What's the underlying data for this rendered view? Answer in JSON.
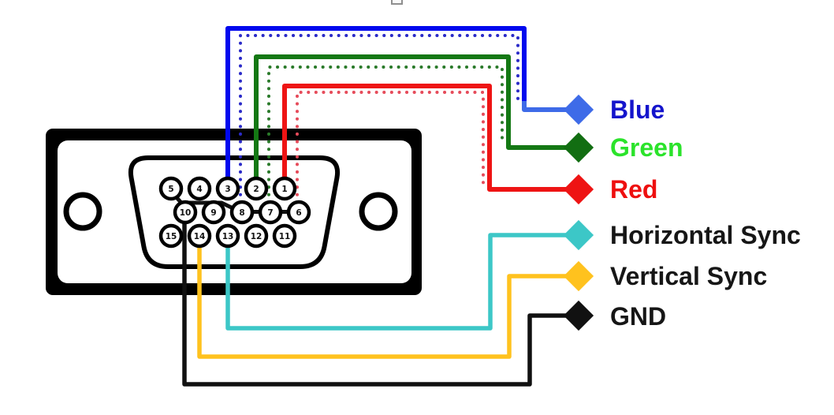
{
  "pins": {
    "rows": [
      [
        "5",
        "4",
        "3",
        "2",
        "1"
      ],
      [
        "10",
        "9",
        "8",
        "7",
        "6"
      ],
      [
        "15",
        "14",
        "13",
        "12",
        "11"
      ]
    ]
  },
  "legend": [
    {
      "label": "Blue",
      "text_color": "#1414CC",
      "diamond_color": "#3E6BE8",
      "wire_color": "#0008EE",
      "dotted_color": "#2A2AC8"
    },
    {
      "label": "Green",
      "text_color": "#2BE32B",
      "diamond_color": "#126E12",
      "wire_color": "#147814",
      "dotted_color": "#2A7A2A"
    },
    {
      "label": "Red",
      "text_color": "#EE0F0F",
      "diamond_color": "#EE1414",
      "wire_color": "#EE1414",
      "dotted_color": "#E64B5A"
    },
    {
      "label": "Horizontal Sync",
      "text_color": "#161616",
      "diamond_color": "#3CC7C7",
      "wire_color": "#3CC7C7",
      "dotted_color": ""
    },
    {
      "label": "Vertical Sync",
      "text_color": "#161616",
      "diamond_color": "#FFC21E",
      "wire_color": "#FFC21E",
      "dotted_color": ""
    },
    {
      "label": "GND",
      "text_color": "#161616",
      "diamond_color": "#111111",
      "wire_color": "#111111",
      "dotted_color": ""
    }
  ],
  "connections": {
    "blue": {
      "solid_pin": "3",
      "dotted_pin": "8"
    },
    "green": {
      "solid_pin": "2",
      "dotted_pin": "7"
    },
    "red": {
      "solid_pin": "1",
      "dotted_pin": "6"
    },
    "horizontal_sync": {
      "pin": "13"
    },
    "vertical_sync": {
      "pin": "14"
    },
    "gnd": {
      "pin": "10",
      "bus_pins": [
        "5",
        "10",
        "8",
        "7",
        "6"
      ]
    }
  },
  "colors": {
    "connector_outline": "#000000",
    "connector_fill": "#ffffff",
    "background": "#ffffff",
    "artifact_gray": "#8f8f8f"
  }
}
